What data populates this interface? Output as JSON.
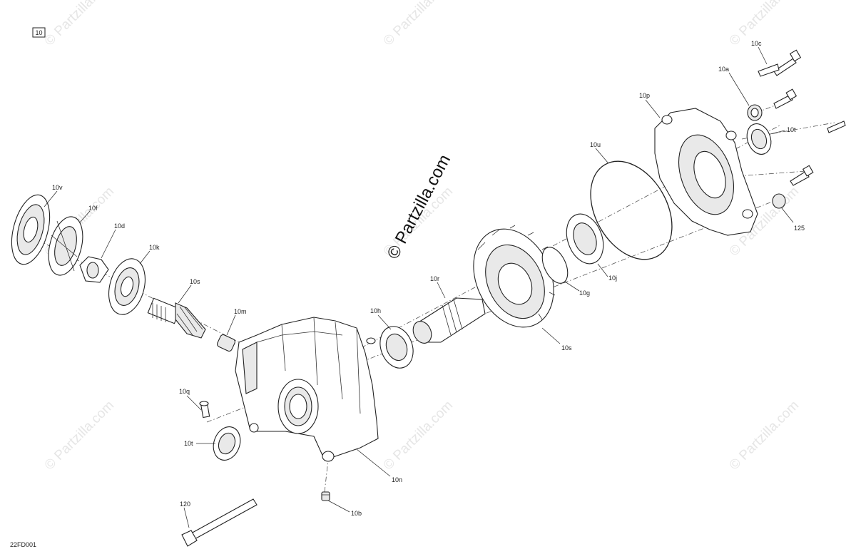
{
  "diagram_id": "10",
  "drawing_code": "22FD001",
  "watermark": {
    "center": "© Partzilla.com",
    "corners": [
      "© Partzilla.com",
      "© Partzilla.com",
      "© Partzilla.com",
      "© Partzilla.com",
      "© Partzilla.com",
      "© Partzilla.com",
      "© Partzilla.com",
      "© Partzilla.com",
      "© Partzilla.com"
    ]
  },
  "callouts": {
    "c10v": "10v",
    "c10f": "10f",
    "c10d": "10d",
    "c10k": "10k",
    "c10s_pinion": "10s",
    "c10m": "10m",
    "c10q": "10q",
    "c10t_left": "10t",
    "c10n": "10n",
    "c10b": "10b",
    "c120": "120",
    "c10h": "10h",
    "c10r": "10r",
    "c10s_gear": "10s",
    "c10g": "10g",
    "c10j": "10j",
    "c10u": "10u",
    "c10p": "10p",
    "c10a": "10a",
    "c10c": "10c",
    "c10t_right": "10t",
    "c125": "125"
  }
}
